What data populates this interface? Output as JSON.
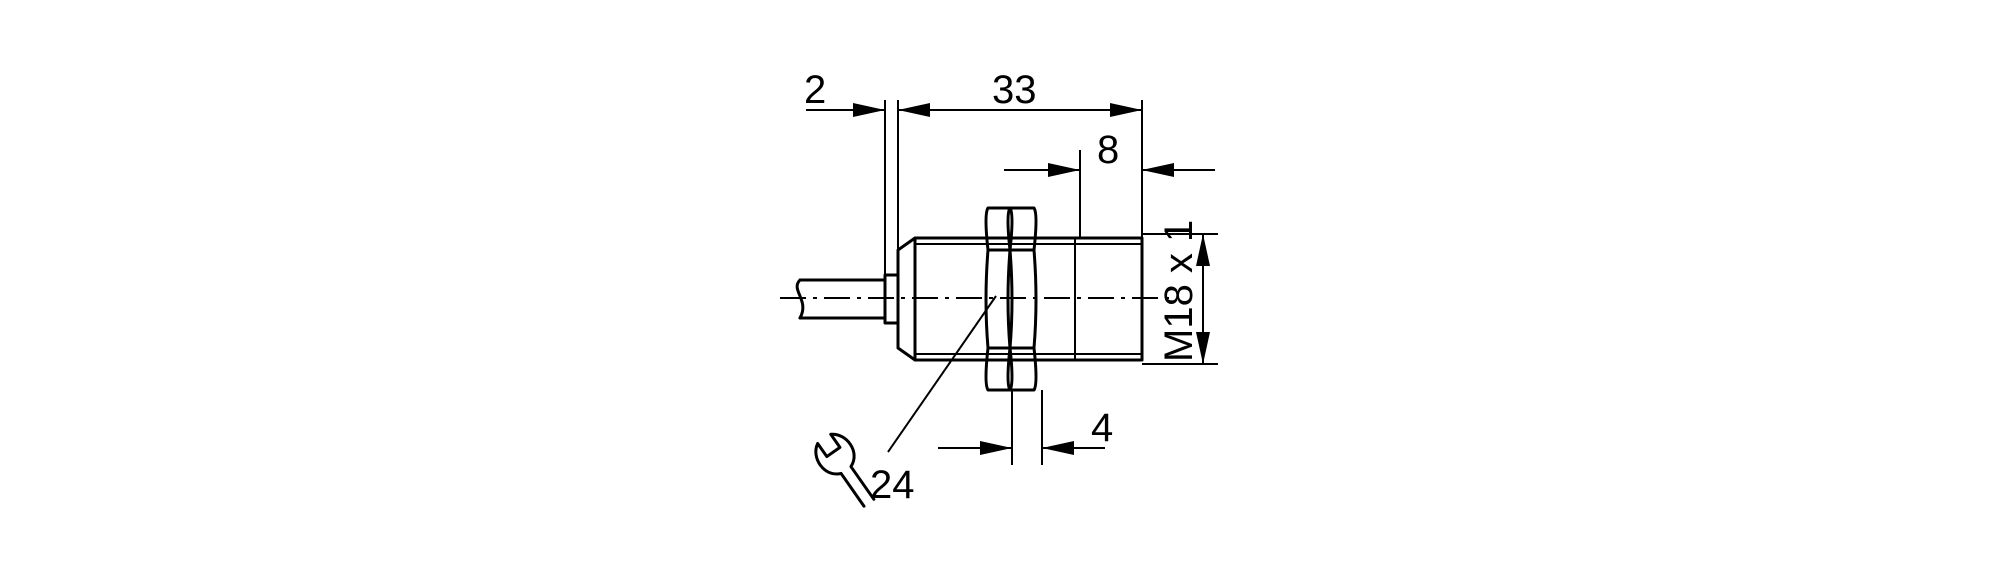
{
  "drawing": {
    "dimensions": {
      "collar_length": "2",
      "overall_length": "33",
      "sensing_face_length": "8",
      "nut_thickness": "4",
      "wrench_size": "24",
      "thread": "M18 x 1"
    },
    "icons": {
      "wrench": "wrench-icon"
    },
    "colors": {
      "line": "#000000",
      "background": "#ffffff"
    }
  }
}
